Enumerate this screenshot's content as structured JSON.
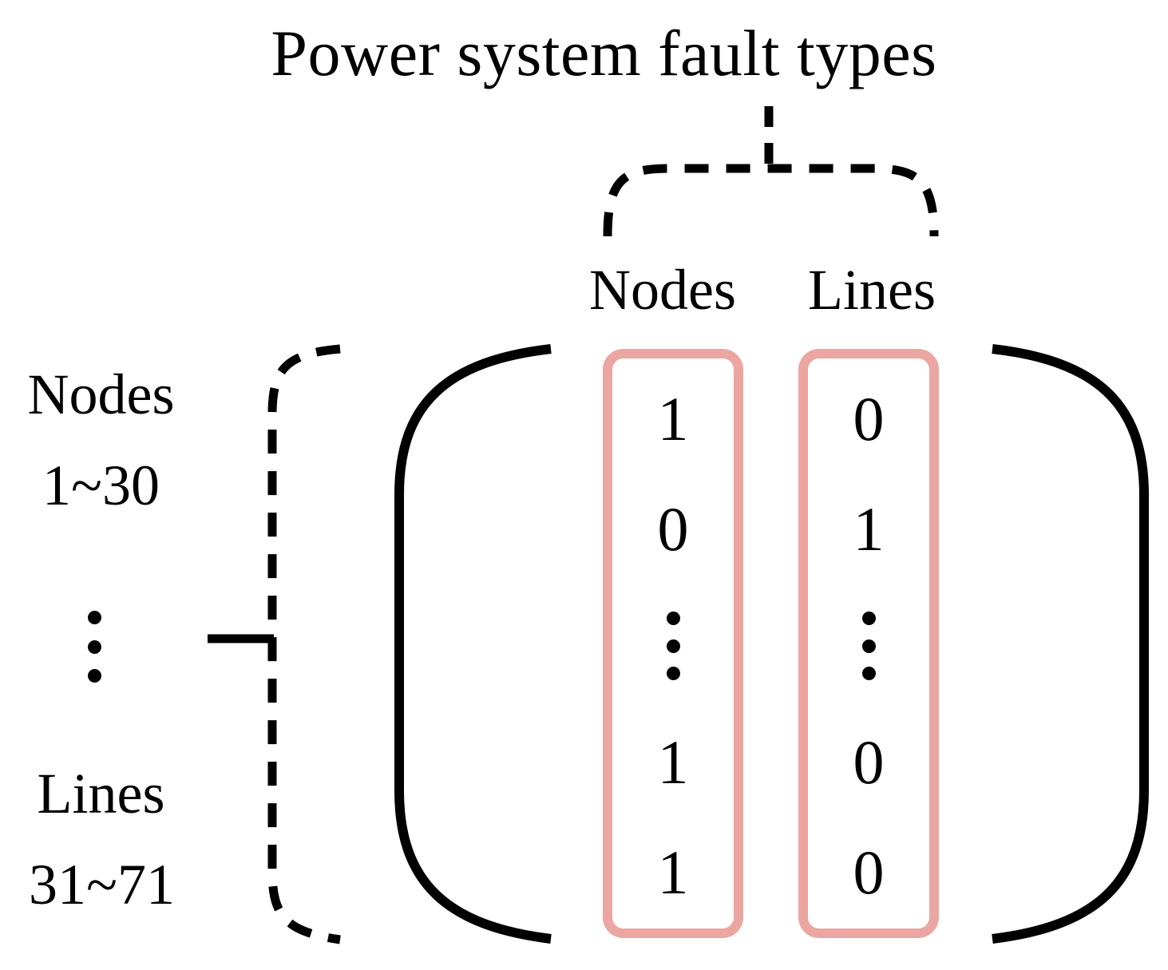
{
  "figure": {
    "title": "Power system fault types",
    "colors": {
      "highlight_box": "#eba6a2",
      "stroke": "#000000",
      "background": "#ffffff"
    }
  },
  "column_headers": {
    "left": "Nodes",
    "right": "Lines"
  },
  "row_labels": {
    "top_group_name": "Nodes",
    "top_group_range": "1~30",
    "ellipsis": "vertical-ellipsis",
    "bottom_group_name": "Lines",
    "bottom_group_range": "31~71"
  },
  "chart_data": {
    "type": "table",
    "title": "Power system fault types",
    "columns": [
      "Nodes",
      "Lines"
    ],
    "row_groups": [
      {
        "name": "Nodes",
        "range": "1~30"
      },
      {
        "name": "Lines",
        "range": "31~71"
      }
    ],
    "rows": [
      {
        "values": [
          "1",
          "0"
        ]
      },
      {
        "values": [
          "0",
          "1"
        ]
      },
      {
        "values": [
          "⋮",
          "⋮"
        ]
      },
      {
        "values": [
          "1",
          "0"
        ]
      },
      {
        "values": [
          "1",
          "0"
        ]
      }
    ],
    "matrix": {
      "Nodes": [
        "1",
        "0",
        "⋮",
        "1",
        "1"
      ],
      "Lines": [
        "0",
        "1",
        "⋮",
        "0",
        "0"
      ]
    },
    "notes": "One-hot style binary indicator matrix enclosed in large round brackets; each column is highlighted with a pink rounded rectangle."
  },
  "cells": {
    "col1": {
      "r1": "1",
      "r2": "0",
      "r4": "1",
      "r5": "1"
    },
    "col2": {
      "r1": "0",
      "r2": "1",
      "r4": "0",
      "r5": "0"
    }
  }
}
